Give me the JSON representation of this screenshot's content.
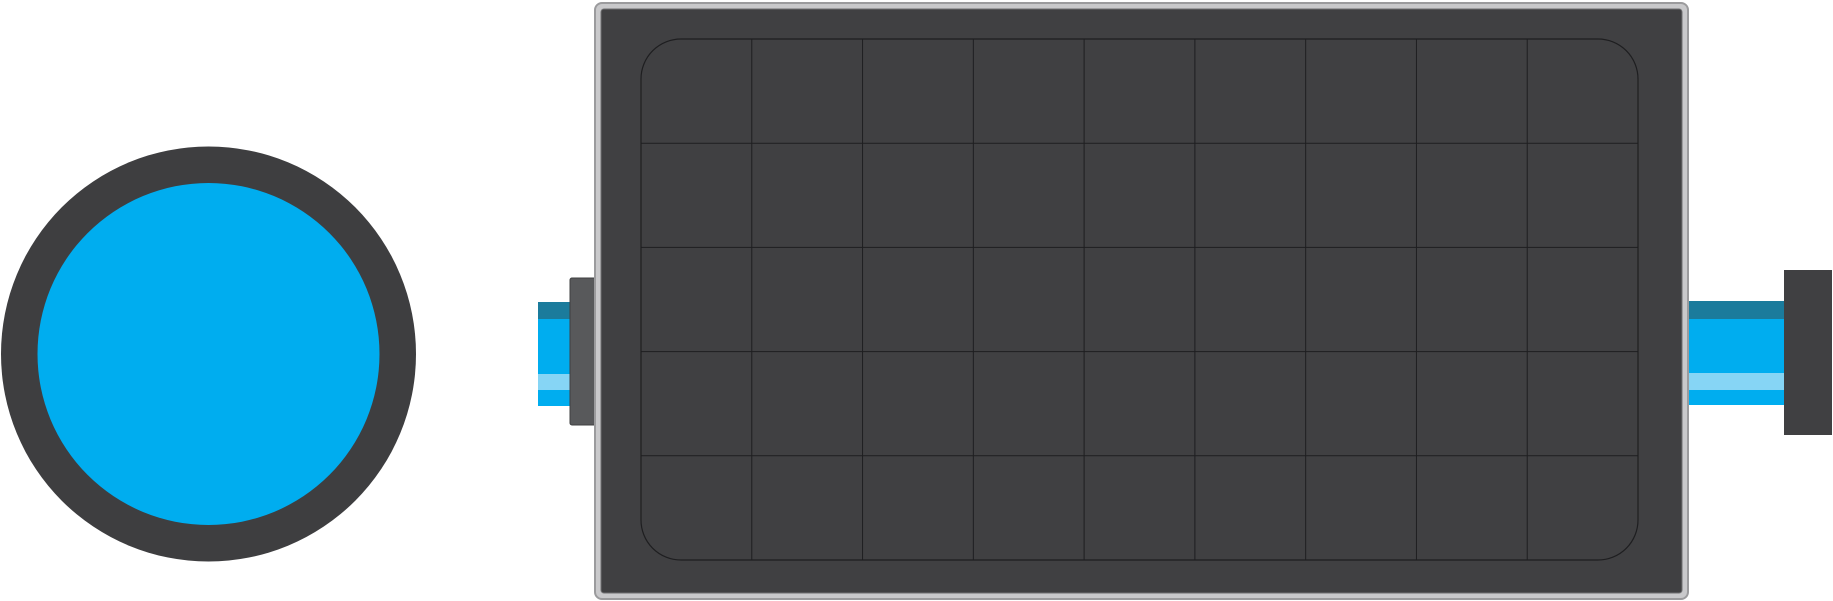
{
  "diagram": {
    "panel_grid": {
      "rows": 5,
      "columns": 9
    },
    "colors": {
      "background": "#ffffff",
      "housing": "#404042",
      "housing_border": "#9b9b9d",
      "housing_border_inner": "#c9c9cb",
      "cell_line": "#1e1e20",
      "clamp": "#58595b",
      "tube_main": "#00adef",
      "tube_top_stripe": "#1b7b9c",
      "tube_highlight": "#86d5f5",
      "disc_ring": "#3e3e40",
      "disc_face": "#00adef"
    },
    "icons": {
      "left_component": "circular-lens",
      "center_component": "solar-panel",
      "connector": "cable",
      "right_component": "end-cap"
    }
  }
}
